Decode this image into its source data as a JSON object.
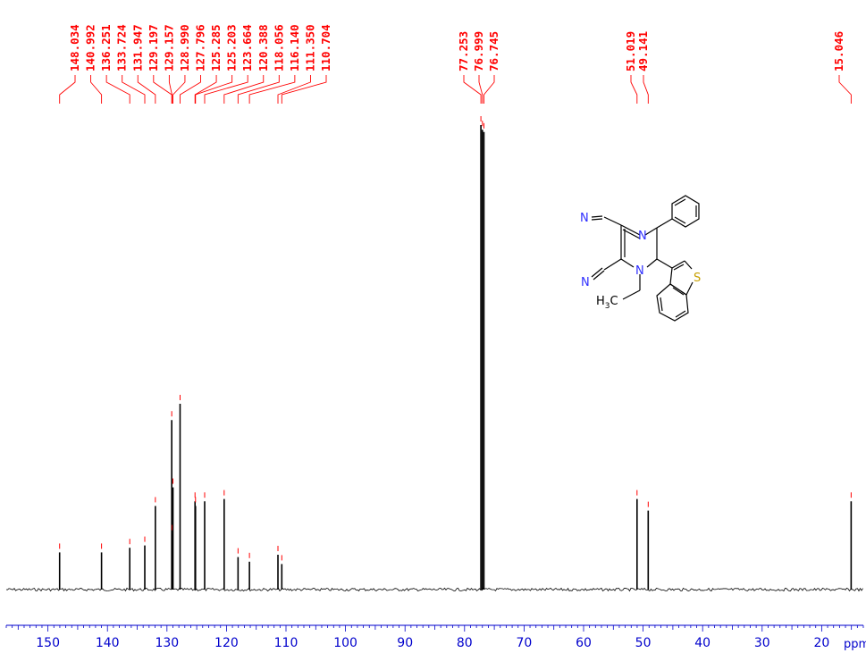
{
  "chart_data": {
    "type": "line",
    "xlabel": "ppm",
    "xlim": [
      157,
      13
    ],
    "x_reversed": true,
    "ticks": [
      150,
      140,
      130,
      120,
      110,
      100,
      90,
      80,
      70,
      60,
      50,
      40,
      30,
      20
    ],
    "peak_labels": [
      "148.034",
      "140.992",
      "136.251",
      "133.724",
      "131.947",
      "129.197",
      "129.157",
      "128.990",
      "127.796",
      "125.285",
      "125.203",
      "123.664",
      "120.388",
      "118.056",
      "116.140",
      "111.350",
      "110.704",
      "77.253",
      "76.999",
      "76.745",
      "51.019",
      "49.141",
      "15.046"
    ],
    "peaks": [
      {
        "x": 148.034,
        "y": 0.08
      },
      {
        "x": 140.992,
        "y": 0.08
      },
      {
        "x": 136.251,
        "y": 0.09
      },
      {
        "x": 133.724,
        "y": 0.095
      },
      {
        "x": 131.947,
        "y": 0.18
      },
      {
        "x": 129.197,
        "y": 0.365
      },
      {
        "x": 129.157,
        "y": 0.12
      },
      {
        "x": 128.99,
        "y": 0.22
      },
      {
        "x": 127.796,
        "y": 0.4
      },
      {
        "x": 125.285,
        "y": 0.19
      },
      {
        "x": 125.203,
        "y": 0.18
      },
      {
        "x": 123.664,
        "y": 0.19
      },
      {
        "x": 120.388,
        "y": 0.195
      },
      {
        "x": 118.056,
        "y": 0.07
      },
      {
        "x": 116.14,
        "y": 0.06
      },
      {
        "x": 111.35,
        "y": 0.075
      },
      {
        "x": 110.704,
        "y": 0.055
      },
      {
        "x": 77.253,
        "y": 1.0
      },
      {
        "x": 76.999,
        "y": 0.99
      },
      {
        "x": 76.745,
        "y": 0.985
      },
      {
        "x": 51.019,
        "y": 0.195
      },
      {
        "x": 49.141,
        "y": 0.17
      },
      {
        "x": 15.046,
        "y": 0.19
      }
    ],
    "colors": {
      "spectrum": "#000000",
      "labels": "#ff0000",
      "axis": "#0000cc",
      "nitrogen": "#2e2eff",
      "sulfur": "#c8a000"
    }
  },
  "molecule": {
    "atoms": {
      "n1": "N",
      "n2": "N",
      "cn1": "N",
      "cn2": "N",
      "s": "S",
      "ch3": "H",
      "ch3_sub": "3",
      "ch3_c": "C"
    }
  }
}
